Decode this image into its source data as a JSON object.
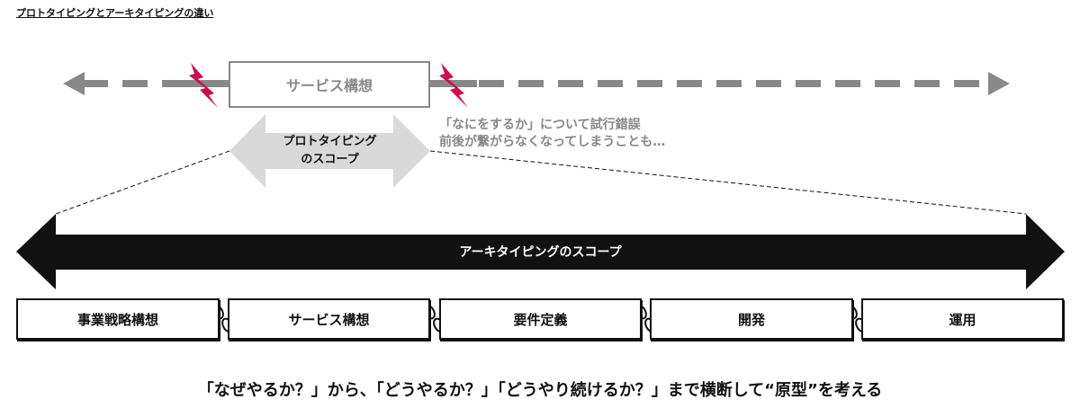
{
  "title": "プロトタイピングとアーキタイピングの違い",
  "service_box": "サービス構想",
  "prototyping_scope": {
    "line1": "プロトタイピング",
    "line2": "のスコープ"
  },
  "note": {
    "line1": "「なにをするか」について試行錯誤",
    "line2": "前後が繋がらなくなってしまうことも…"
  },
  "archetyping_scope": "アーキタイピングのスコープ",
  "phases": [
    "事業戦略構想",
    "サービス構想",
    "要件定義",
    "開発",
    "運用"
  ],
  "bottom_text": "「なぜやるか？」から、「どうやるか？」「どうやり続けるか？」まで横断して“原型”を考える",
  "colors": {
    "accent": "#c8104f",
    "gray": "#888888",
    "light_gray": "#d9d9d9",
    "black": "#111111"
  }
}
